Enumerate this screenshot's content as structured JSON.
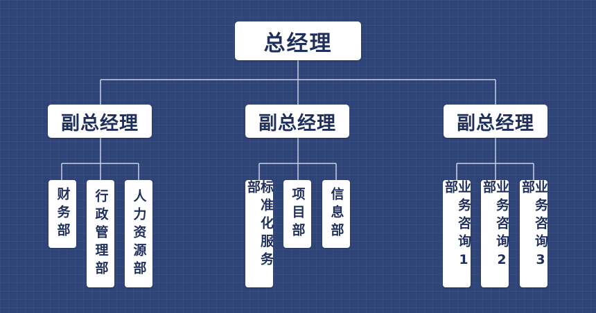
{
  "org": {
    "ceo": "总经理",
    "vps": [
      {
        "title": "副总经理",
        "departments": [
          "财务部",
          "行政管理部",
          "人力资源部"
        ]
      },
      {
        "title": "副总经理",
        "departments": [
          "标准化服务部",
          "项目部",
          "信息部"
        ]
      },
      {
        "title": "副总经理",
        "departments": [
          "业务咨询1部",
          "业务咨询2部",
          "业务咨询3部"
        ]
      }
    ]
  },
  "colors": {
    "background": "#2f4478",
    "box": "#ffffff",
    "text": "#1f2f5c",
    "line": "#c9d2e6"
  }
}
